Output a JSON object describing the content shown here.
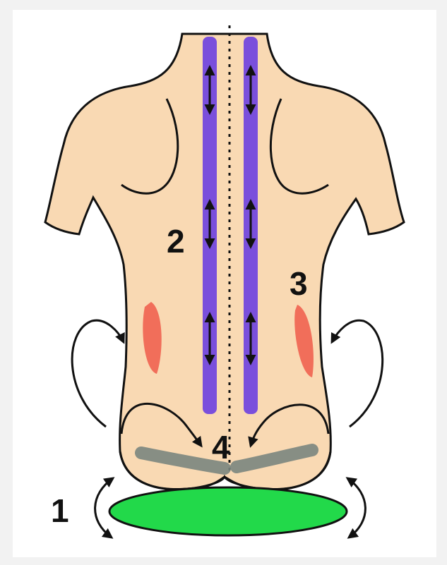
{
  "labels": {
    "one": "1",
    "two": "2",
    "three": "3",
    "four": "4"
  },
  "colors": {
    "skin": "#f9d9b3",
    "outline": "#111111",
    "spine_muscle": "#6b3fe0",
    "side_muscle": "#f05a4a",
    "pelvis_band": "#7a857e",
    "seat_cushion": "#22d94a",
    "background": "#f2f2f2",
    "panel": "#ffffff"
  }
}
